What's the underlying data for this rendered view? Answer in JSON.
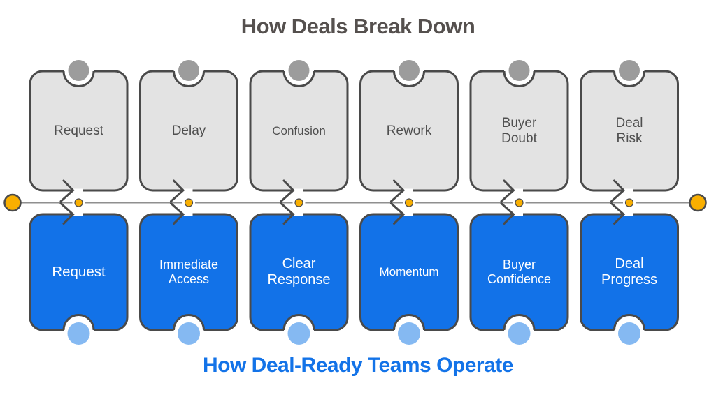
{
  "title_top": "How Deals Break Down",
  "title_bottom": "How Deal-Ready Teams Operate",
  "top_row": {
    "cards": [
      "Request",
      "Delay",
      "Confusion",
      "Rework",
      "Buyer\nDoubt",
      "Deal\nRisk"
    ]
  },
  "bottom_row": {
    "cards": [
      "Request",
      "Immediate\nAccess",
      "Clear\nResponse",
      "Momentum",
      "Buyer\nConfidence",
      "Deal\nProgress"
    ]
  },
  "colors": {
    "card_gray": "#E3E3E3",
    "card_blue": "#1272E8",
    "outline": "#4A4A4A",
    "node_gray": "#9C9C9C",
    "node_blue": "#85B9F2",
    "accent_orange": "#F9AF00",
    "timeline": "#8F8F8F",
    "title_top_color": "#55504E",
    "title_bottom_color": "#1373E8",
    "card_text_gray": "#4F4F4F"
  }
}
